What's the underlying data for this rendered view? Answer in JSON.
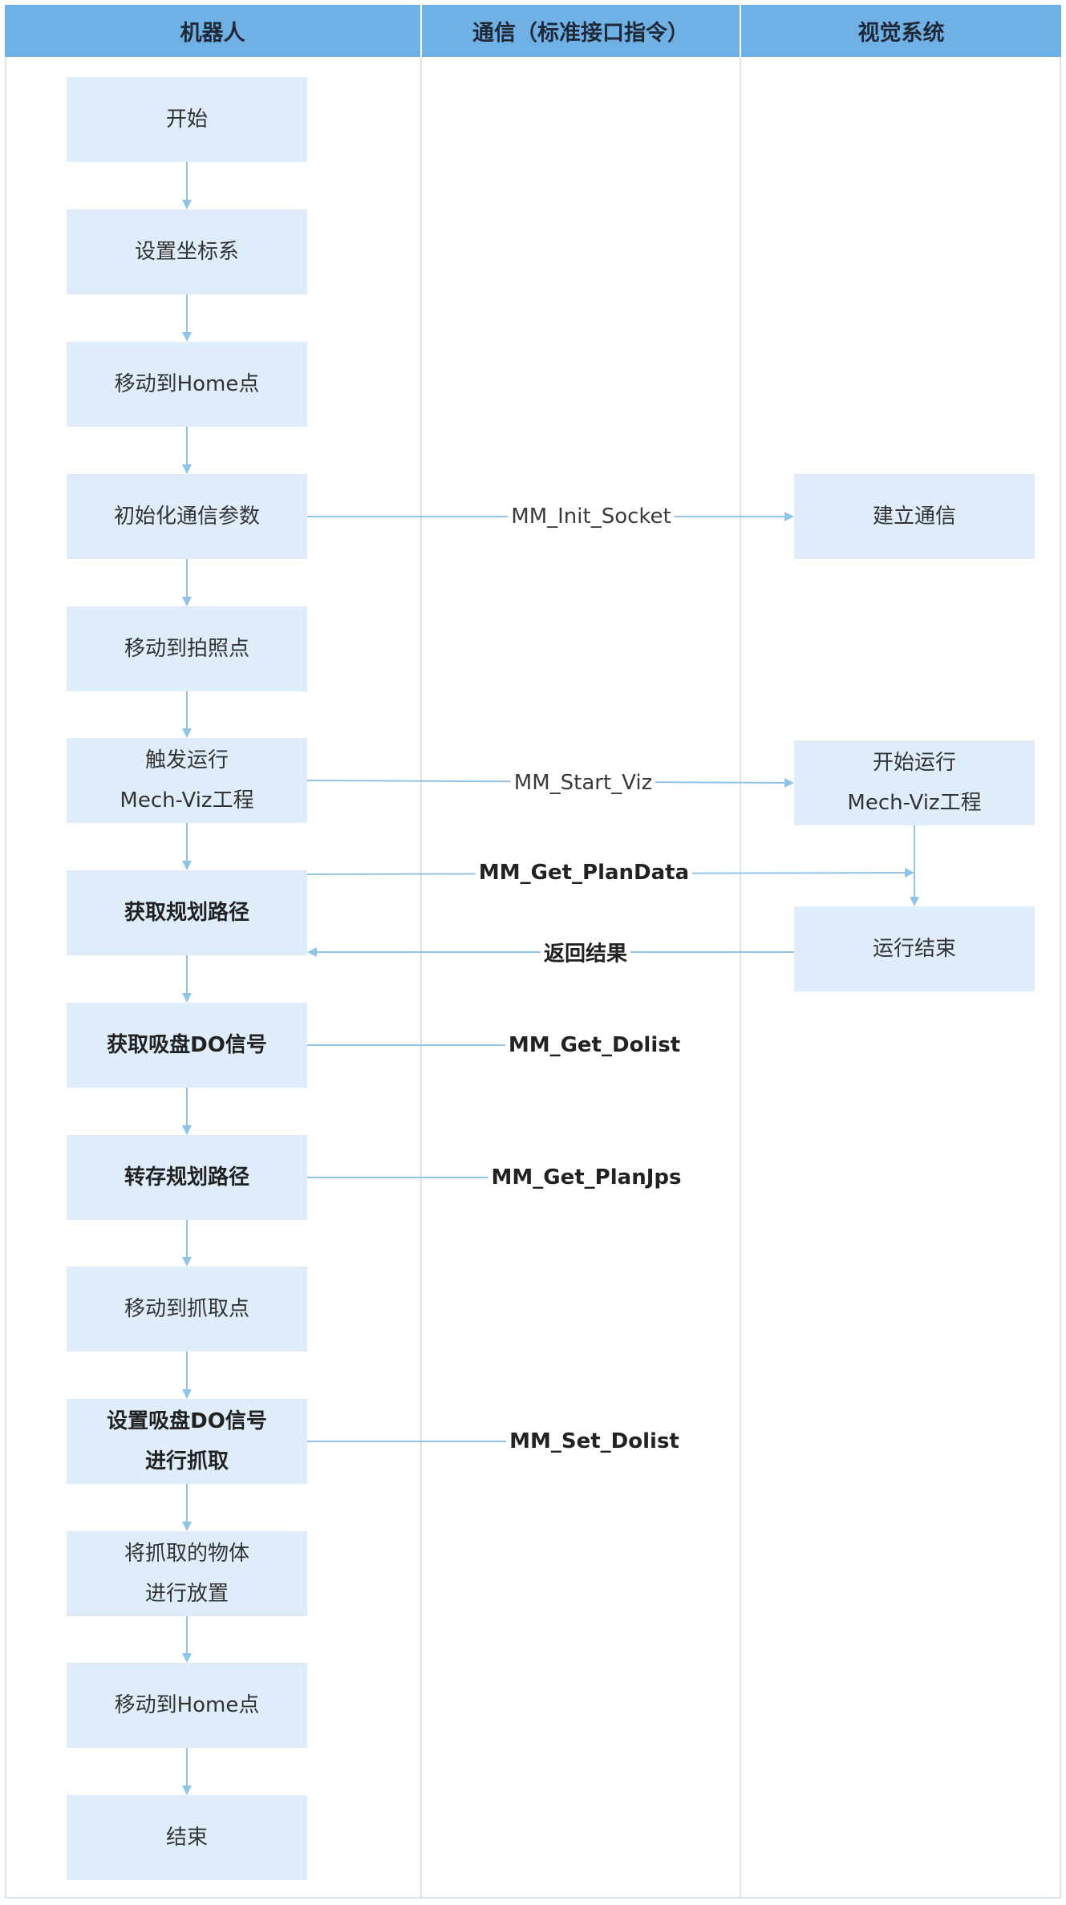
{
  "lanes": [
    {
      "id": "robot",
      "label": "机器人"
    },
    {
      "id": "comm",
      "label": "通信（标准接口指令）"
    },
    {
      "id": "vision",
      "label": "视觉系统"
    }
  ],
  "colors": {
    "header_bg": "#6fb1e5",
    "box_fill": "#deedf9",
    "arrow": "#8fc3e8",
    "lane_border": "#d9e6f0"
  },
  "robot_steps": [
    {
      "id": "start",
      "lines": [
        "开始"
      ],
      "bold": false
    },
    {
      "id": "set-coords",
      "lines": [
        "设置坐标系"
      ],
      "bold": false
    },
    {
      "id": "move-home",
      "lines": [
        "移动到Home点"
      ],
      "bold": false
    },
    {
      "id": "init-comm",
      "lines": [
        "初始化通信参数"
      ],
      "bold": false
    },
    {
      "id": "move-photo",
      "lines": [
        "移动到拍照点"
      ],
      "bold": false
    },
    {
      "id": "trigger-viz",
      "lines": [
        "触发运行",
        "Mech-Viz工程"
      ],
      "bold": false
    },
    {
      "id": "get-path",
      "lines": [
        "获取规划路径"
      ],
      "bold": true
    },
    {
      "id": "get-do",
      "lines": [
        "获取吸盘DO信号"
      ],
      "bold": true
    },
    {
      "id": "save-path",
      "lines": [
        "转存规划路径"
      ],
      "bold": true
    },
    {
      "id": "move-pick",
      "lines": [
        "移动到抓取点"
      ],
      "bold": false
    },
    {
      "id": "set-do",
      "lines": [
        "设置吸盘DO信号",
        "进行抓取"
      ],
      "bold": true
    },
    {
      "id": "place",
      "lines": [
        "将抓取的物体",
        "进行放置"
      ],
      "bold": false
    },
    {
      "id": "move-home-2",
      "lines": [
        "移动到Home点"
      ],
      "bold": false
    },
    {
      "id": "end",
      "lines": [
        "结束"
      ],
      "bold": false
    }
  ],
  "vision_steps": [
    {
      "id": "establish",
      "lines": [
        "建立通信"
      ],
      "bold": false
    },
    {
      "id": "start-viz",
      "lines": [
        "开始运行",
        "Mech-Viz工程"
      ],
      "bold": false
    },
    {
      "id": "run-end",
      "lines": [
        "运行结束"
      ],
      "bold": false
    }
  ],
  "messages": [
    {
      "id": "init-socket",
      "label": "MM_Init_Socket",
      "bold": false
    },
    {
      "id": "start-viz",
      "label": "MM_Start_Viz",
      "bold": false
    },
    {
      "id": "get-plandata",
      "label": "MM_Get_PlanData",
      "bold": true
    },
    {
      "id": "return-result",
      "label": "返回结果",
      "bold": true
    },
    {
      "id": "get-dolist",
      "label": "MM_Get_Dolist",
      "bold": true
    },
    {
      "id": "get-planjps",
      "label": "MM_Get_PlanJps",
      "bold": true
    },
    {
      "id": "set-dolist",
      "label": "MM_Set_Dolist",
      "bold": true
    }
  ]
}
